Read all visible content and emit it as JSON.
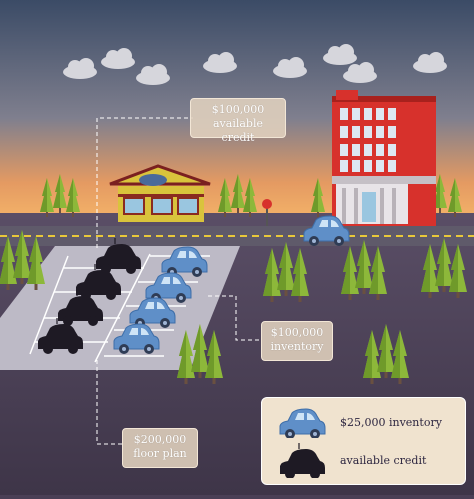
{
  "callouts": {
    "available_credit": {
      "amount": "$100,000",
      "caption": "available credit"
    },
    "inventory": {
      "amount": "$100,000",
      "caption": "inventory"
    },
    "floor_plan": {
      "amount": "$200,000",
      "caption": "floor plan"
    }
  },
  "legend": {
    "blue_car_label": "$25,000 inventory",
    "black_car_label": "available credit"
  },
  "colors": {
    "sky_top": "#3f4f68",
    "sky_bottom": "#f2a35a",
    "ground": "#4a3f55",
    "road": "#5f5a6a",
    "lot": "#b9b6c2",
    "tree": "#8db83a",
    "car_blue": "#5f8fc8",
    "car_black": "#1e1a24",
    "building_red": "#d7312c",
    "dealership_yellow": "#d9c33c",
    "legend_bg": "#f0e3cf"
  }
}
